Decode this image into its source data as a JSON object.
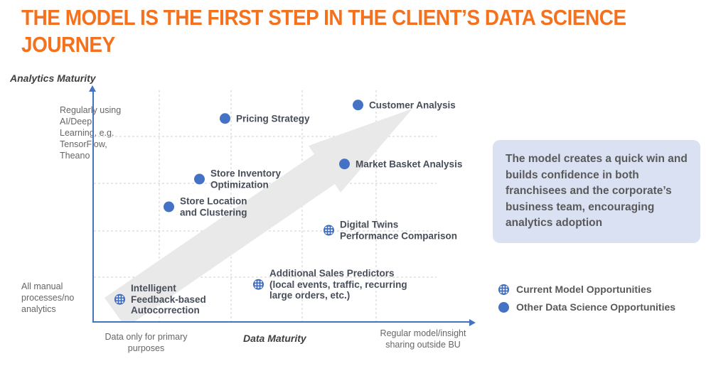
{
  "title": {
    "text": "THE MODEL IS THE FIRST STEP IN THE CLIENT’S DATA SCIENCE JOURNEY",
    "lines": [
      "THE MODEL IS THE FIRST STEP IN THE CLIENT’S DATA SCIENCE",
      "JOURNEY"
    ]
  },
  "colors": {
    "accent_orange": "#F4711D",
    "point_blue": "#4472C4",
    "axis_blue": "#4472C4",
    "point_label_dark": "#474E59",
    "tick_gray": "#666666",
    "axis_title_gray": "#3F3F3F",
    "callout_bg": "#D9E1F3",
    "callout_text": "#595959",
    "grid_gray": "#CFCFCF",
    "arrow_gray": "#E9E9E9"
  },
  "chart_data": {
    "type": "scatter",
    "title": "",
    "x_axis": {
      "label": "Data Maturity",
      "range": [
        0,
        1
      ],
      "ticks": [
        "Data only for primary\npurposes",
        "Regular model/insight\nsharing outside BU"
      ]
    },
    "y_axis": {
      "label": "Analytics Maturity",
      "range": [
        0,
        1
      ],
      "ticks": [
        "All manual\nprocesses/no\nanalytics",
        "Regularly using\nAI/Deep\nLearning, e.g.\nTensorFlow,\nTheano"
      ]
    },
    "grid": "dashed",
    "legend_position": "bottom-right",
    "annotation": "large light-gray arrow pointing from lower-left (low maturity) to upper-right (high maturity)",
    "series": [
      {
        "name": "Current Model Opportunities",
        "marker": "pattern-circle",
        "color": "#4472C4",
        "points": [
          {
            "label": "Intelligent\nFeedback-based\nAutocorrection",
            "x": 0.07,
            "y": 0.1
          },
          {
            "label": "Additional Sales Predictors\n(local events, traffic, recurring\nlarge orders, etc.)",
            "x": 0.44,
            "y": 0.16
          },
          {
            "label": "Digital Twins\nPerformance Comparison",
            "x": 0.63,
            "y": 0.39
          }
        ]
      },
      {
        "name": "Other Data Science Opportunities",
        "marker": "solid-circle",
        "color": "#4472C4",
        "points": [
          {
            "label": "Store Location\nand Clustering",
            "x": 0.2,
            "y": 0.5
          },
          {
            "label": "Store Inventory\nOptimization",
            "x": 0.28,
            "y": 0.62
          },
          {
            "label": "Pricing Strategy",
            "x": 0.35,
            "y": 0.88
          },
          {
            "label": "Market Basket Analysis",
            "x": 0.67,
            "y": 0.68
          },
          {
            "label": "Customer Analysis",
            "x": 0.7,
            "y": 0.94
          }
        ]
      }
    ]
  },
  "callout": {
    "text": "The model creates a quick win and builds confidence in both franchisees and the corporate’s business team, encouraging analytics adoption"
  }
}
